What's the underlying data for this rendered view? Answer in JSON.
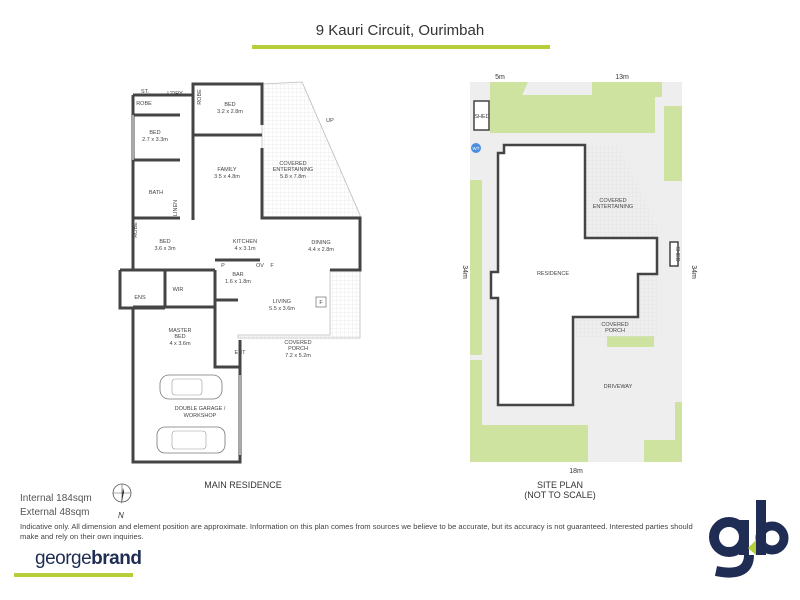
{
  "title": "9 Kauri Circuit, Ourimbah",
  "main_residence": {
    "caption": "MAIN RESIDENCE",
    "rooms": {
      "st": "ST.",
      "laundry": "L'DRY",
      "robe1": "ROBE",
      "robe2": "ROBE",
      "robe3": "ROBE",
      "bed1_name": "BED",
      "bed1_size": "3.2 x 2.8m",
      "bed2_name": "BED",
      "bed2_size": "2.7 x 3.3m",
      "bath": "BATH",
      "linen": "LINEN",
      "family_name": "FAMILY",
      "family_size": "3.5 x 4.8m",
      "entertaining_name1": "COVERED",
      "entertaining_name2": "ENTERTAINING",
      "entertaining_size": "5.8 x 7.8m",
      "up": "UP",
      "bed3_name": "BED",
      "bed3_size": "3.6 x 3m",
      "kitchen_name": "KITCHEN",
      "kitchen_size": "4 x 3.1m",
      "dining_name": "DINING",
      "dining_size": "4.4 x 2.8m",
      "p": "P",
      "ov": "OV",
      "f": "F",
      "f2": "F",
      "bar_name": "BAR",
      "bar_size": "1.6 x 1.8m",
      "living_name": "LIVING",
      "living_size": "5.5 x 3.6m",
      "wir": "WIR",
      "ens": "ENS",
      "master_name1": "MASTER",
      "master_name2": "BED",
      "master_size": "4 x 3.6m",
      "ent": "ENT",
      "porch_name1": "COVERED",
      "porch_name2": "PORCH",
      "porch_size": "7.2 x 5.2m",
      "garage_name1": "DOUBLE GARAGE /",
      "garage_name2": "WORKSHOP"
    }
  },
  "site_plan": {
    "caption_line1": "SITE PLAN",
    "caption_line2": "(NOT TO SCALE)",
    "dims": {
      "top_left": "5m",
      "top_right": "13m",
      "left": "34m",
      "right": "34m",
      "bottom": "18m"
    },
    "labels": {
      "shed1": "SHED",
      "shed2": "SHED",
      "wt": "WT",
      "entertaining1": "COVERED",
      "entertaining2": "ENTERTAINING",
      "residence": "RESIDENCE",
      "porch1": "COVERED",
      "porch2": "PORCH",
      "driveway": "DRIVEWAY"
    }
  },
  "areas": {
    "internal": "Internal 184sqm",
    "external": "External 48sqm"
  },
  "compass_label": "N",
  "disclaimer": "Indicative only. All dimension and element position are approximate. Information on this plan comes from sources we believe to be accurate, but its accuracy is not guaranteed. Interested parties should make and rely on their own inquiries.",
  "brand": {
    "light": "george",
    "bold": "brand",
    "logo": "gb"
  },
  "colors": {
    "accent": "#b5cf3a",
    "navy": "#1f2d54",
    "lawn": "#cfe3a0",
    "paving": "#eeeeee",
    "wall": "#444444"
  }
}
